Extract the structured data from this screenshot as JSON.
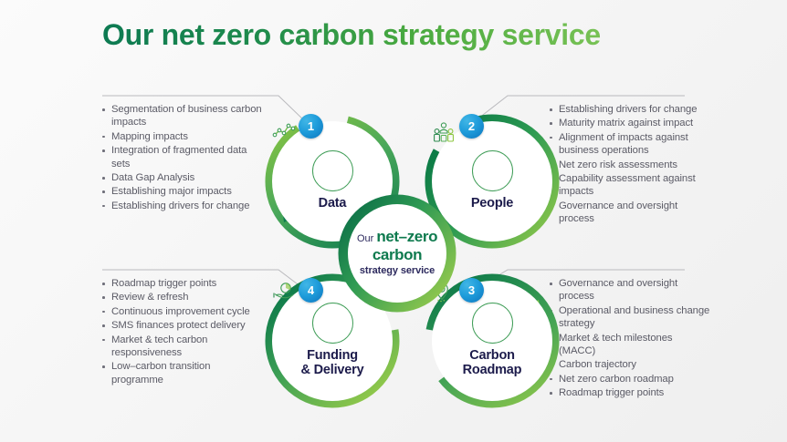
{
  "page": {
    "title": "Our net zero carbon strategy service",
    "background_color": "#f6f6f6"
  },
  "colors": {
    "green_dark": "#0d7a4e",
    "green_mid": "#2f9d55",
    "green_light": "#8cc63f",
    "badge_blue": "#1f9ddb",
    "navy": "#1c1b4b",
    "body_text": "#5b5b66"
  },
  "hub": {
    "line1_small": "Our",
    "line1_big": "net–zero",
    "line2": "carbon",
    "line3": "strategy service"
  },
  "nodes": [
    {
      "number": "1",
      "label": "Data",
      "icon": "line-chart-icon",
      "position": "top-left",
      "bullets": [
        "Segmentation of business carbon impacts",
        "Mapping impacts",
        "Integration of fragmented data sets",
        "Data Gap Analysis",
        "Establishing major impacts",
        "Establishing drivers for change"
      ]
    },
    {
      "number": "2",
      "label": "People",
      "icon": "people-group-icon",
      "position": "top-right",
      "bullets": [
        "Establishing drivers for change",
        "Maturity matrix against impact",
        "Alignment of impacts against business operations",
        "Net zero risk assessments",
        "Capability assessment against impacts",
        "Governance and oversight process"
      ]
    },
    {
      "number": "3",
      "label": "Carbon Roadmap",
      "label_line1": "Carbon",
      "label_line2": "Roadmap",
      "icon": "location-pin-icon",
      "position": "bottom-right",
      "bullets": [
        "Governance and oversight process",
        "Operational and business change strategy",
        "Market & tech milestones (MACC)",
        "Carbon trajectory",
        "Net zero carbon roadmap",
        "Roadmap trigger points"
      ]
    },
    {
      "number": "4",
      "label": "Funding & Delivery",
      "label_line1": "Funding",
      "label_line2": "& Delivery",
      "icon": "hand-pie-chart-icon",
      "position": "bottom-left",
      "bullets": [
        "Roadmap trigger points",
        "Review & refresh",
        "Continuous improvement cycle",
        "SMS finances protect delivery",
        "Market & tech carbon responsiveness",
        "Low–carbon transition programme"
      ]
    }
  ]
}
